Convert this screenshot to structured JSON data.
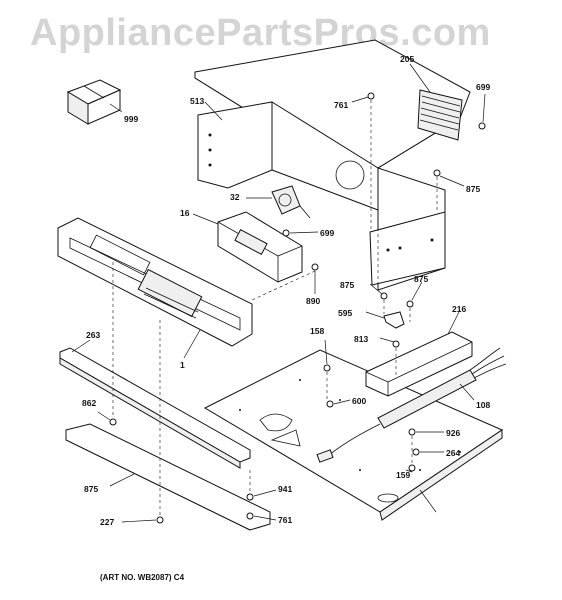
{
  "watermark": "AppliancePartsPros.com",
  "art_number": "(ART NO. WB2087) C4",
  "callouts": [
    "999",
    "513",
    "761",
    "205",
    "699",
    "875",
    "32",
    "16",
    "699",
    "890",
    "1",
    "263",
    "875",
    "595",
    "875",
    "813",
    "216",
    "158",
    "600",
    "108",
    "862",
    "926",
    "159",
    "264",
    "875",
    "941",
    "761",
    "227"
  ]
}
